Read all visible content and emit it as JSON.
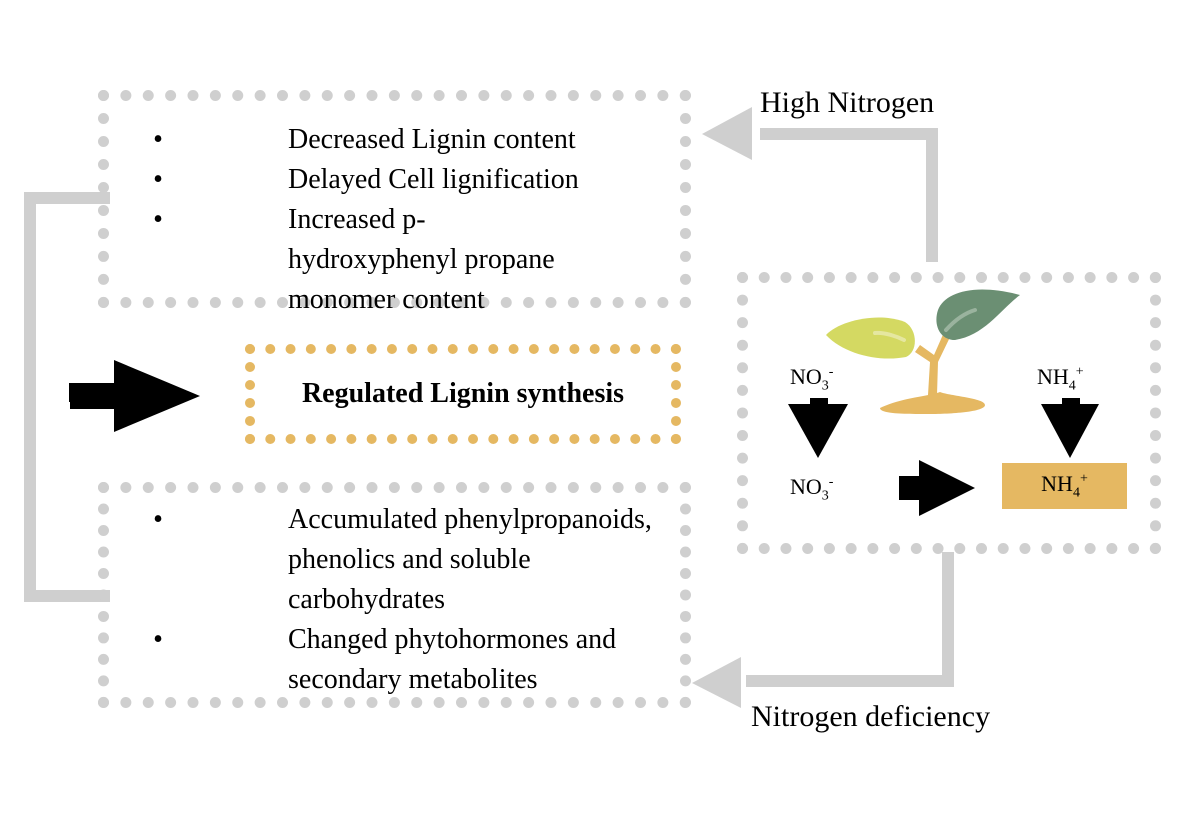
{
  "diagram": {
    "colors": {
      "connector_gray": "#cfcfcf",
      "highlight_gold": "#e5b862",
      "leaf_light": "#d4d962",
      "leaf_dark": "#6b8f73",
      "stem": "#e5b862",
      "arrow_black": "#000000"
    },
    "top_box": {
      "items": [
        {
          "bullet": "•",
          "text": "Decreased Lignin content"
        },
        {
          "bullet": "•",
          "text": "Delayed Cell lignification"
        },
        {
          "bullet": "•",
          "text": "Increased p-hydroxyphenyl propane monomer content"
        }
      ]
    },
    "center_box": {
      "label": "Regulated Lignin synthesis"
    },
    "bottom_box": {
      "items": [
        {
          "bullet": "•",
          "text": "Accumulated phenylpropanoids, phenolics and soluble carbohydrates"
        },
        {
          "bullet": "•",
          "text": "Changed phytohormones and secondary metabolites"
        }
      ]
    },
    "plant_box": {
      "icon": "seedling-icon",
      "nitrate_top": {
        "base": "NO",
        "sub": "3",
        "sup": "-"
      },
      "ammonium_top": {
        "base": "NH",
        "sub": "4",
        "sup": "+"
      },
      "nitrate_bottom": {
        "base": "NO",
        "sub": "3",
        "sup": "-"
      },
      "ammonium_bottom": {
        "base": "NH",
        "sub": "4",
        "sup": "+"
      }
    },
    "connectors": {
      "high_nitrogen": "High Nitrogen",
      "nitrogen_deficiency": "Nitrogen deficiency"
    }
  }
}
